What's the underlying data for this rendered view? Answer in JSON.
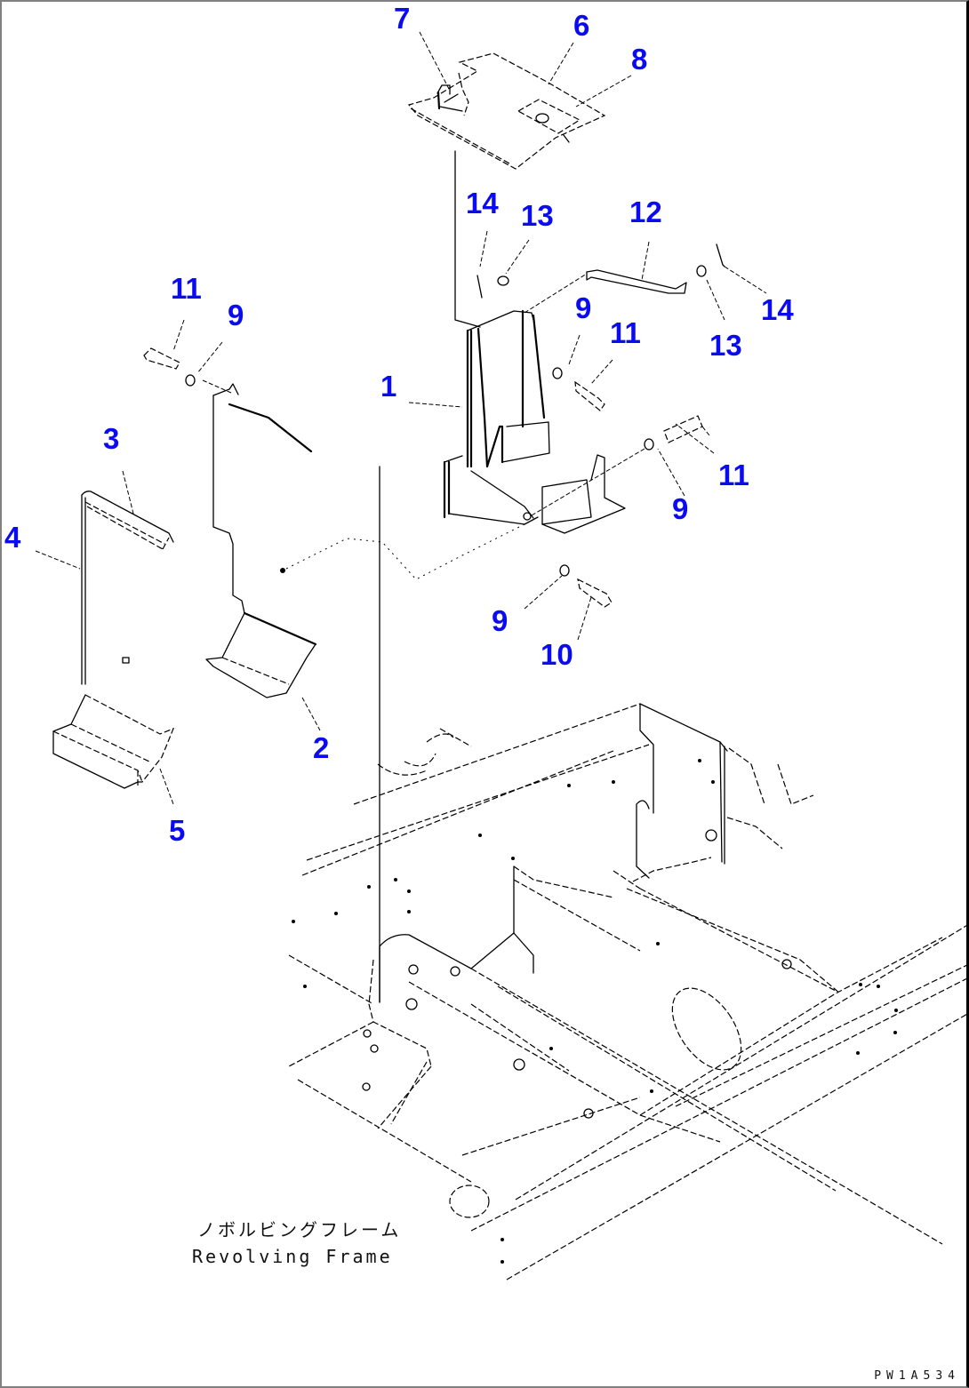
{
  "diagram": {
    "type": "exploded-parts-diagram",
    "callouts": [
      {
        "id": "callout-1",
        "label": "1"
      },
      {
        "id": "callout-2",
        "label": "2"
      },
      {
        "id": "callout-3",
        "label": "3"
      },
      {
        "id": "callout-4",
        "label": "4"
      },
      {
        "id": "callout-5",
        "label": "5"
      },
      {
        "id": "callout-6",
        "label": "6"
      },
      {
        "id": "callout-7",
        "label": "7"
      },
      {
        "id": "callout-8",
        "label": "8"
      },
      {
        "id": "callout-9a",
        "label": "9"
      },
      {
        "id": "callout-9b",
        "label": "9"
      },
      {
        "id": "callout-9c",
        "label": "9"
      },
      {
        "id": "callout-9d",
        "label": "9"
      },
      {
        "id": "callout-10",
        "label": "10"
      },
      {
        "id": "callout-11a",
        "label": "11"
      },
      {
        "id": "callout-11b",
        "label": "11"
      },
      {
        "id": "callout-11c",
        "label": "11"
      },
      {
        "id": "callout-12",
        "label": "12"
      },
      {
        "id": "callout-13a",
        "label": "13"
      },
      {
        "id": "callout-13b",
        "label": "13"
      },
      {
        "id": "callout-14a",
        "label": "14"
      },
      {
        "id": "callout-14b",
        "label": "14"
      }
    ],
    "frame_label": {
      "japanese": "ノボルビングフレーム",
      "english": "Revolving Frame"
    },
    "drawing_code": "PW1A534",
    "colors": {
      "callout": "#0b0bf2",
      "line": "#000000",
      "border": "#808080",
      "background": "#ffffff"
    }
  }
}
